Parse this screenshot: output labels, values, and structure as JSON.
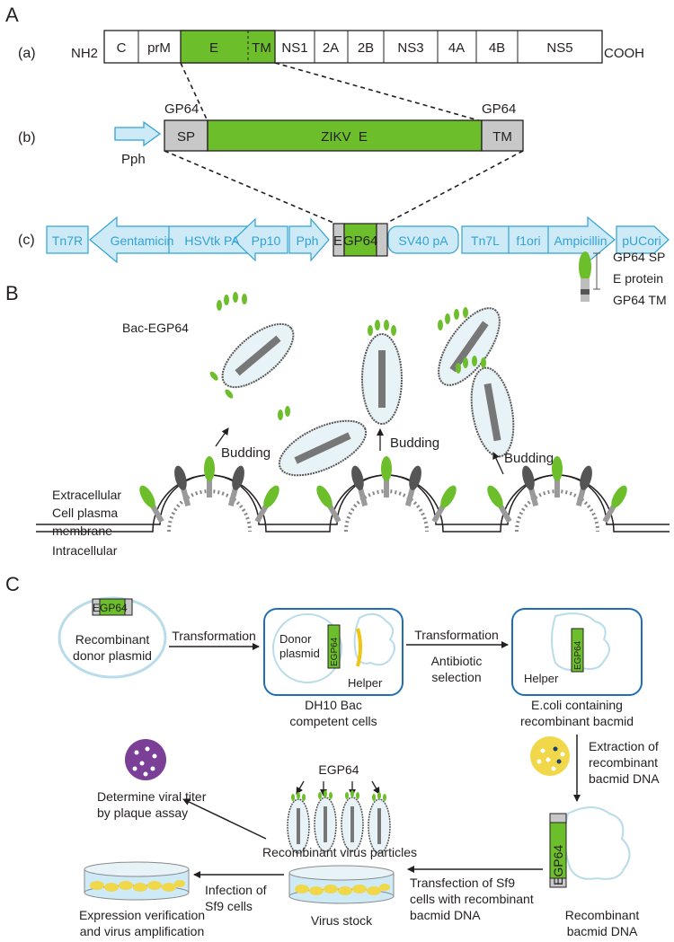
{
  "panels": {
    "a": "A",
    "b": "B",
    "c": "C"
  },
  "panelA": {
    "row_a": {
      "label": "(a)",
      "left_end": "NH2",
      "right_end": "COOH",
      "segments": [
        "C",
        "prM",
        "E",
        "TM",
        "NS1",
        "2A",
        "2B",
        "NS3",
        "4A",
        "4B",
        "NS5"
      ]
    },
    "row_b": {
      "label": "(b)",
      "promoter": "Pph",
      "gp64_left": "GP64",
      "gp64_right": "GP64",
      "sp": "SP",
      "main": "ZIKV  E",
      "tm": "TM"
    },
    "row_c": {
      "label": "(c)",
      "tn7r": "Tn7R",
      "gentamicin": "Gentamicin",
      "hsvtk": "HSVtk PA",
      "pp10": "Pp10",
      "pph": "Pph",
      "insert_e": "E",
      "insert_gp": "GP64",
      "sv40": "SV40 pA",
      "tn7l": "Tn7L",
      "f1ori": "f1ori",
      "ampicillin": "Ampicillin",
      "puc": "pUCori"
    }
  },
  "panelB": {
    "bac_label": "Bac-EGP64",
    "budding": [
      "Budding",
      "Budding",
      "Budding"
    ],
    "legend": {
      "sp": "GP64 SP",
      "e": "E protein",
      "tm": "GP64 TM"
    },
    "side": {
      "extracellular": "Extracellular",
      "membrane1": "Cell plasma",
      "membrane2": "membrane",
      "intracellular": "Intracellular"
    }
  },
  "panelC": {
    "donor": {
      "e": "E",
      "gp": "GP64",
      "l1": "Recombinant",
      "l2": "donor plasmid"
    },
    "transformation1": "Transformation",
    "dh10": {
      "donor1": "Donor",
      "donor2": "plasmid",
      "egp": "EGP64",
      "helper": "Helper",
      "l1": "DH10 Bac",
      "l2": "competent cells"
    },
    "transformation2": "Transformation",
    "antibiotic": [
      "Antibiotic",
      "selection"
    ],
    "ecoli": {
      "egp": "EGP64",
      "helper": "Helper",
      "l1": "E.coli containing",
      "l2": "recombinant bacmid"
    },
    "extraction": [
      "Extraction of",
      "recombinant",
      "bacmid DNA"
    ],
    "egp64_label": "EGP64",
    "determine": [
      "Determine viral titer",
      "by plaque assay"
    ],
    "particles": "Recombinant virus particles",
    "infection": [
      "Infection of",
      "Sf9 cells"
    ],
    "transfection": [
      "Transfection of Sf9",
      "cells with recombinant",
      "bacmid DNA"
    ],
    "expression": [
      "Expression verification",
      "and virus amplification"
    ],
    "virus_stock": "Virus stock",
    "recomb_dna": {
      "egp": "EGP64",
      "l1": "Recombinant",
      "l2": "bacmid DNA"
    }
  },
  "colors": {
    "green": "#6cbf2b",
    "cyan": "#2fa3d5",
    "lightcyan": "#cfeaf7",
    "grey": "#c8c8c8",
    "dark": "#231f20",
    "blue": "#1f6fb2",
    "purple": "#7b3f97",
    "yellow": "#f1d74a"
  }
}
